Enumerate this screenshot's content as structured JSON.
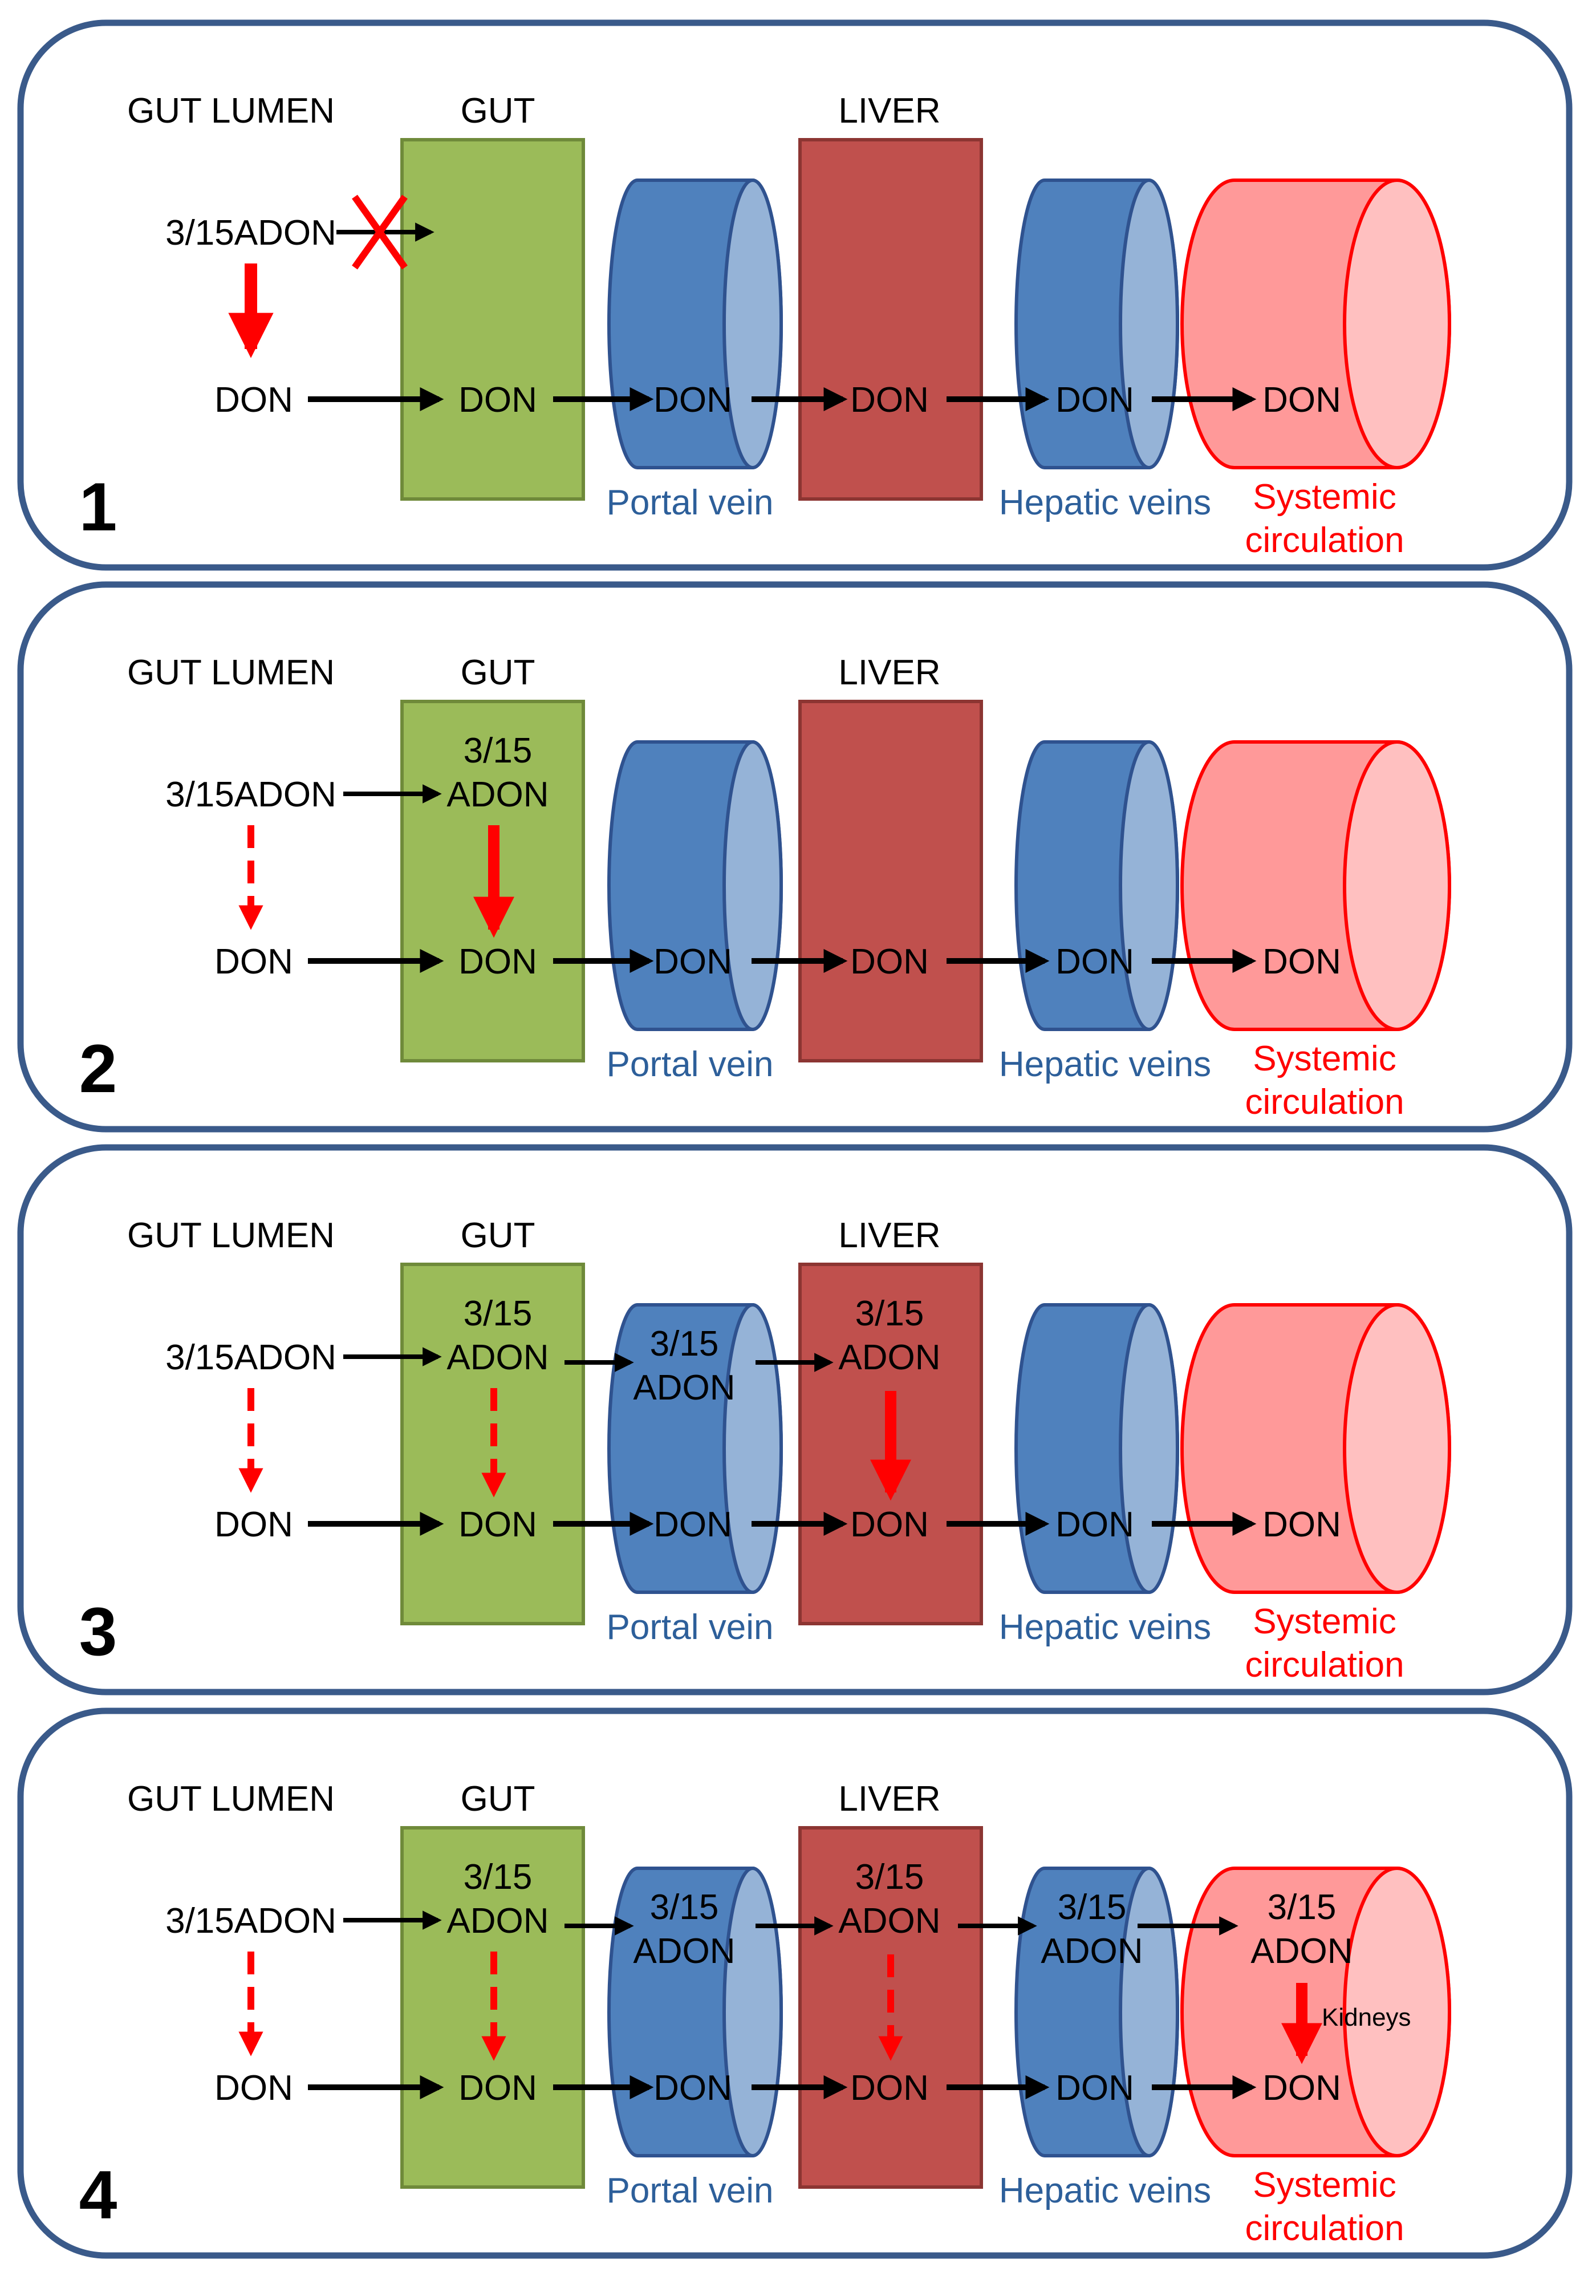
{
  "colors": {
    "panel_border": "#3a5a8a",
    "gut_fill": "#9bbb59",
    "gut_stroke": "#6f8a3a",
    "liver_fill": "#c0504d",
    "liver_stroke": "#8c3532",
    "vein_fill": "#4f81bd",
    "vein_cap": "#95b3d7",
    "vein_stroke": "#2f528f",
    "systemic_fill": "#ff9999",
    "systemic_cap": "#ffc0c0",
    "systemic_stroke": "#ff0000",
    "red_arrow": "#ff0000",
    "black_arrow": "#000000"
  },
  "labels": {
    "gut_lumen": "GUT LUMEN",
    "gut": "GUT",
    "liver": "LIVER",
    "portal_vein": "Portal vein",
    "hepatic_veins": "Hepatic veins",
    "systemic_line1": "Systemic",
    "systemic_line2": "circulation",
    "adon": "3/15ADON",
    "adon_line1": "3/15",
    "adon_line2": "ADON",
    "don": "DON",
    "kidneys": "Kidneys"
  },
  "panels": [
    {
      "number": "1",
      "adon_reaches": 0,
      "lumen_conversion": "solid",
      "blocked": true
    },
    {
      "number": "2",
      "adon_reaches": 1,
      "lumen_conversion": "dashed",
      "blocked": false
    },
    {
      "number": "3",
      "adon_reaches": 3,
      "lumen_conversion": "dashed",
      "blocked": false
    },
    {
      "number": "4",
      "adon_reaches": 5,
      "lumen_conversion": "dashed",
      "blocked": false
    }
  ]
}
